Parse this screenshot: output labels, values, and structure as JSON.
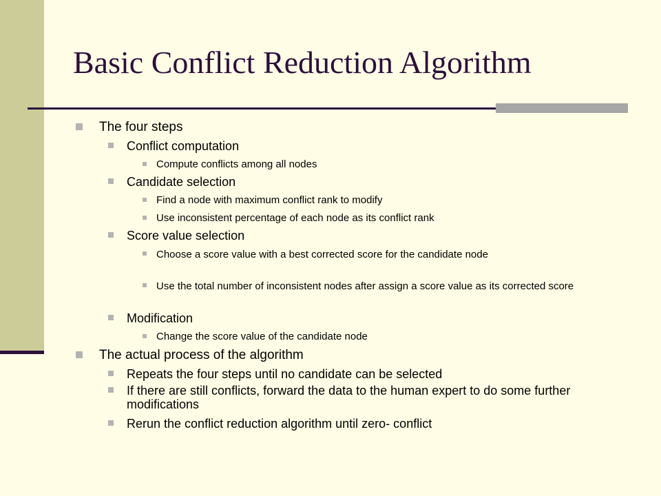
{
  "slide": {
    "title": "Basic Conflict Reduction Algorithm",
    "bullets": [
      "The four steps",
      "Conflict computation",
      "Compute conflicts among all nodes",
      "Candidate selection",
      "Find a node with maximum conflict rank to modify",
      "Use inconsistent percentage of each node as its conflict rank",
      "Score value selection",
      "Choose a score value with a best corrected score for the candidate node",
      "Use the total number of inconsistent nodes after assign a score value as its corrected score",
      "Modification",
      "Change the score value of the candidate node",
      "The actual process of the algorithm",
      "Repeats the four steps until no candidate can be selected",
      "If there are still conflicts, forward the data to the human expert to do some further modifications",
      "Rerun the conflict reduction algorithm until zero- conflict"
    ]
  }
}
